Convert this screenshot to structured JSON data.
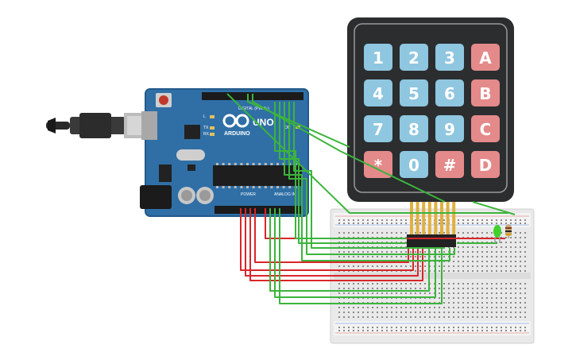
{
  "arduino": {
    "brand": "ARDUINO",
    "model": "UNO",
    "digital_label": "DIGITAL (PWM~)",
    "power_label": "POWER",
    "analog_label": "ANALOG IN",
    "on_label": "ON",
    "l_label": "L",
    "tx_label": "TX",
    "rx_label": "RX"
  },
  "keypad": {
    "keys": [
      {
        "label": "1",
        "kind": "number"
      },
      {
        "label": "2",
        "kind": "number"
      },
      {
        "label": "3",
        "kind": "number"
      },
      {
        "label": "A",
        "kind": "letter"
      },
      {
        "label": "4",
        "kind": "number"
      },
      {
        "label": "5",
        "kind": "number"
      },
      {
        "label": "6",
        "kind": "number"
      },
      {
        "label": "B",
        "kind": "letter"
      },
      {
        "label": "7",
        "kind": "number"
      },
      {
        "label": "8",
        "kind": "number"
      },
      {
        "label": "9",
        "kind": "number"
      },
      {
        "label": "C",
        "kind": "letter"
      },
      {
        "label": "*",
        "kind": "letter"
      },
      {
        "label": "0",
        "kind": "number"
      },
      {
        "label": "#",
        "kind": "letter"
      },
      {
        "label": "D",
        "kind": "letter"
      }
    ]
  },
  "colors": {
    "board": "#2f6fa6",
    "board_dark": "#1f4f7a",
    "keypad_body": "#2b2d2f",
    "key_number": "#8fc6e0",
    "key_letter": "#e48a8a",
    "breadboard": "#e9e9e9",
    "wire_red": "#d9262a",
    "wire_green": "#3cb43c",
    "led": "#43d02b",
    "chip": "#222222"
  }
}
